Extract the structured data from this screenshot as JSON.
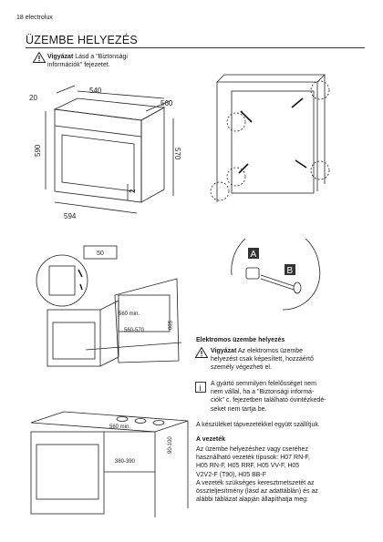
{
  "header": {
    "page_number": "18",
    "brand": "electrolux"
  },
  "section_title": "ÜZEMBE HELYEZÉS",
  "top_warning": {
    "label": "Vigyázat",
    "text_line1": "Lásd a \"Biztonsági",
    "text_line2": "információk\" fejezetet."
  },
  "figure1": {
    "dim_20": "20",
    "dim_540": "540",
    "dim_560": "560",
    "dim_590": "590",
    "dim_570": "570",
    "dim_594": "594",
    "dim_2": "2"
  },
  "figure3": {
    "dim_50": "50"
  },
  "figure4": {
    "dim_560min": "560 min.",
    "dim_560_570": "560-570",
    "dim_590": "590"
  },
  "figure5": {
    "dim_560min": "560 min.",
    "dim_380_390": "380-390",
    "dim_90_100": "90-100"
  },
  "figure_parts": {
    "label_a": "A",
    "label_b": "B"
  },
  "electrical": {
    "heading": "Elektromos üzembe helyezés",
    "warning": {
      "label": "Vigyázat",
      "lines": [
        "Az elektromos üzembe",
        "helyezést csak képesített, hozzáértő",
        "személy végezheti el."
      ]
    },
    "info": {
      "lines": [
        "A gyártó semmilyen felelősséget nem",
        "nem vállal, ha a \"Biztonsági informá-",
        "ciók\" c. fejezetben található óvintézkedé-",
        "seket nem tartja be."
      ]
    },
    "cable_note": "A készüléket tápvezetékkel együtt szállítjuk."
  },
  "cable": {
    "heading": "A vezeték",
    "lines": [
      "Az üzembe helyezéshez vagy cseréhez",
      "használható vezeték típusok: H07 RN-F,",
      "H05 RN-F, H05 RRF, H05 VV-F, H05",
      "V2V2-F (T90), H05 BB-F",
      "A vezeték szükséges keresztmetszetét az",
      "összteljesítmény (lásd az adattáblán) és az",
      "alábbi táblázat alapján állapíthatja meg:"
    ]
  }
}
